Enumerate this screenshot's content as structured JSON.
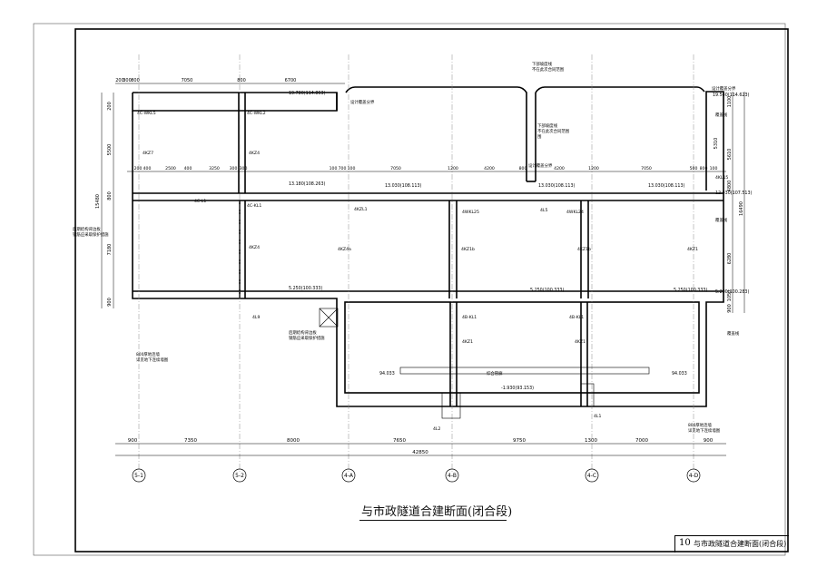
{
  "drawing": {
    "title": "与市政隧道合建断面(闭合段)",
    "sheet_number": "10",
    "sheet_title": "与市政隧道合建断面(闭合段)"
  },
  "top_dimensions": [
    "200",
    "300",
    "800",
    "7050",
    "800",
    "6700"
  ],
  "mid_dimensions": [
    "200",
    "400",
    "2500",
    "400",
    "3250",
    "300",
    "300",
    "100",
    "700",
    "100",
    "7050",
    "1200",
    "4200",
    "800",
    "4200",
    "1200",
    "7050",
    "500",
    "800",
    "100"
  ],
  "bottom_dimensions": {
    "spans": [
      "900",
      "7350",
      "8000",
      "7650",
      "9750",
      "1300",
      "7000",
      "900"
    ],
    "total": "42850"
  },
  "left_dimensions": [
    "200",
    "5500",
    "800",
    "7180",
    "900",
    "15480"
  ],
  "right_dimensions": [
    "1100",
    "5610",
    "4800",
    "16490",
    "6280",
    "1050",
    "900",
    "5310"
  ],
  "axes": [
    "5-1",
    "5-2",
    "4-A",
    "4-B",
    "4-C",
    "4-D"
  ],
  "elevations": {
    "roof_left": "19.780(114.863)",
    "roof_right": "19.540(114.623)",
    "level1_left": "13.180(108.263)",
    "level1_mid_a": "13.030(108.113)",
    "level1_mid_b": "13.030(108.113)",
    "level1_right_a": "13.030(108.113)",
    "level1_right_b": "12.430(107.513)",
    "level2_left": "5.250(100.333)",
    "level2_mid": "5.250(100.333)",
    "level2_right_a": "5.250(100.333)",
    "level2_right_b": "5.200(100.283)",
    "tunnel_floor": "-1.930(93.153)",
    "small_a": "94.033",
    "small_b": "94.033"
  },
  "member_labels": {
    "wkl5": "4C-WKL5",
    "wkl2": "4C-WKL2",
    "kz7": "4KZ7",
    "kz4_top": "4KZ4",
    "kz4_mid": "4KZ4",
    "l1": "4C-L1",
    "kl1_top": "4C-KL1",
    "kzl1": "4KZL1",
    "kl25": "4WKL25",
    "l5": "4L5",
    "kl24": "4WKL24",
    "kz2a": "4KZ4a",
    "kz1b_a": "4KZ1b",
    "kz1b_b": "4KZ1b",
    "kz1_right": "4KZ1",
    "kl9": "4L9",
    "b_kl1_a": "4B-KL1",
    "b_kl1_b": "4B-KL1",
    "kz1_low_a": "4KZ1",
    "kz1_low_b": "4KZ1",
    "ll2": "4L2",
    "ll1": "4L1",
    "kl15": "4KL15"
  },
  "notes": {
    "subway_top": [
      "下部坡度线",
      "不在此次合同范围"
    ],
    "subway_mid": [
      "下部坡度线",
      "不在此次合同范围",
      "围"
    ],
    "design_top_left": "设计覆盖分界",
    "design_top_right": "设计覆盖分界",
    "design_mid": "设计覆盖分界",
    "right_a": "覆盖线",
    "right_b": "覆盖线",
    "right_c": "覆盖线",
    "left_wall": [
      "后期结构背边板",
      "钢筋应采取保护措施"
    ],
    "mid_wall": [
      "后期结构背边板",
      "钢筋应采取保护措施"
    ],
    "pile_left": [
      "800厚地连墙",
      "详见地下连续墙图"
    ],
    "pile_right": [
      "800厚地连墙",
      "详见地下连续墙图"
    ],
    "inside": "综合管廊"
  },
  "colors": {
    "line": "#000000",
    "frame": "#000000",
    "background": "#ffffff"
  }
}
